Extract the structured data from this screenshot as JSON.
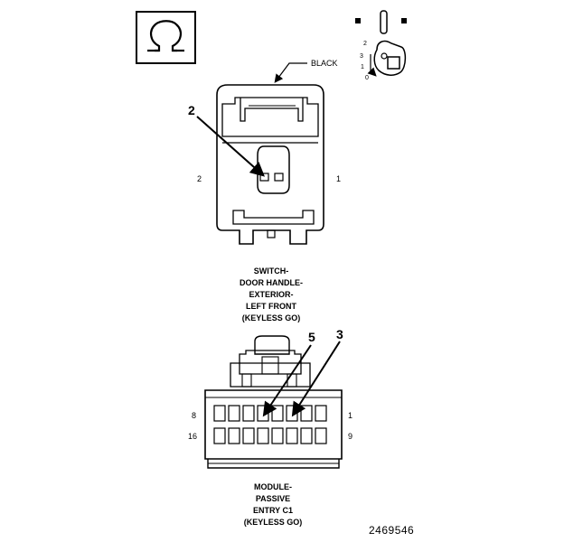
{
  "switch_connector": {
    "color_label": "BLACK",
    "callout": "2",
    "pin_left": "2",
    "pin_right": "1",
    "title_lines": [
      "SWITCH-",
      "DOOR HANDLE-",
      "EXTERIOR-",
      "LEFT FRONT",
      "(KEYLESS GO)"
    ]
  },
  "module_connector": {
    "callout_a": "5",
    "callout_b": "3",
    "pin_top_left": "8",
    "pin_top_right": "1",
    "pin_bottom_left": "16",
    "pin_bottom_right": "9",
    "title_lines": [
      "MODULE-",
      "PASSIVE",
      "ENTRY C1",
      "(KEYLESS GO)"
    ]
  },
  "key_icon_labels": [
    "2",
    "3",
    "1",
    "0"
  ],
  "figure_number": "2469546",
  "icons": [
    "omega-symbol-icon",
    "ignition-key-icon"
  ]
}
